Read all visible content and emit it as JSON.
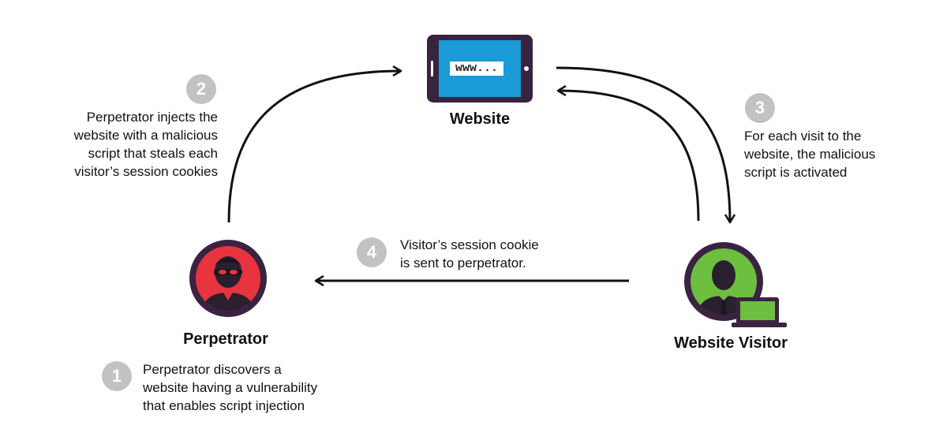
{
  "website": {
    "label": "Website",
    "url_text": "www..."
  },
  "perpetrator": {
    "label": "Perpetrator"
  },
  "visitor": {
    "label": "Website Visitor"
  },
  "steps": [
    {
      "number": "1",
      "lines": [
        "Perpetrator discovers a",
        "website having a vulnerability",
        "that enables script injection"
      ]
    },
    {
      "number": "2",
      "lines": [
        "Perpetrator injects the",
        "website with a malicious",
        "script that steals each",
        "visitor’s session cookies"
      ]
    },
    {
      "number": "3",
      "lines": [
        "For each visit to the",
        "website, the malicious",
        "script is activated"
      ]
    },
    {
      "number": "4",
      "lines": [
        "Visitor’s session cookie",
        "is sent to perpetrator."
      ]
    }
  ],
  "colors": {
    "device_frame": "#3a2340",
    "screen": "#1a9ad6",
    "perpetrator_bg": "#e8343f",
    "visitor_bg": "#6cbf3f",
    "badge": "#c2c2c2",
    "arrow": "#111111"
  },
  "icons": {
    "website": "tablet-icon",
    "perpetrator": "masked-person-icon",
    "visitor": "person-with-laptop-icon"
  }
}
